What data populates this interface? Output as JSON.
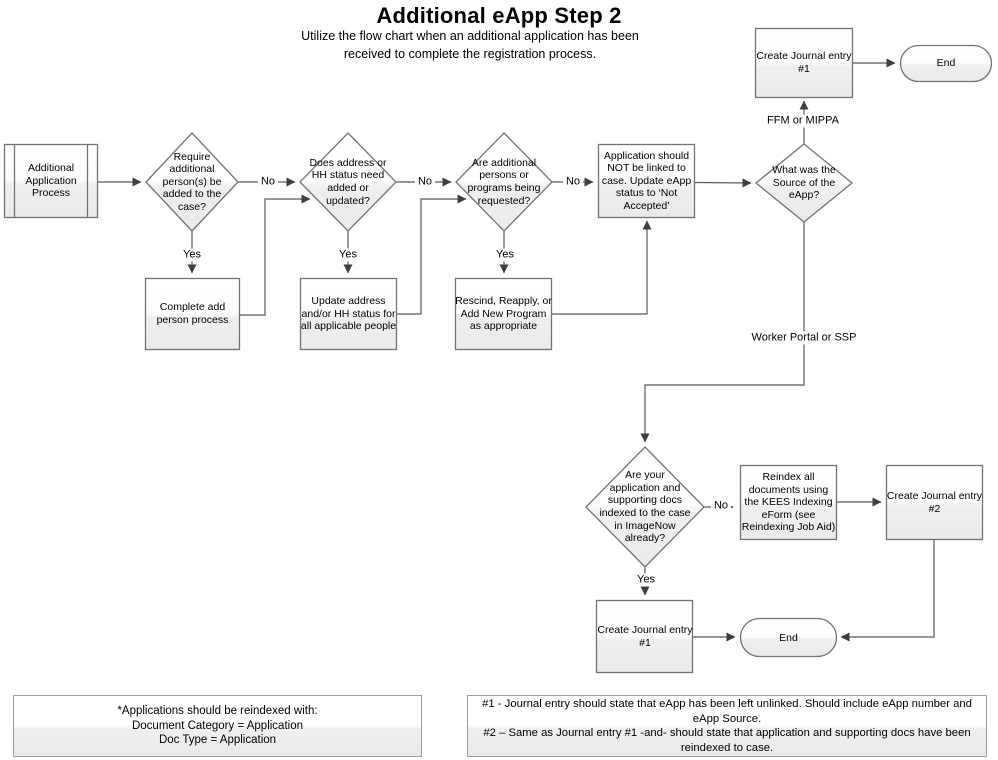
{
  "title": "Additional eApp Step 2",
  "subtitle": "Utilize the flow chart when an additional application has been\nreceived to complete the registration process.",
  "nodes": {
    "start": "Additional\nApplication\nProcess",
    "require_persons": "Require\nadditional\nperson(s) be\nadded to the\ncase?",
    "complete_add_person": "Complete add\nperson process",
    "address_hh": "Does address or\nHH status need\nadded or\nupdated?",
    "update_address": "Update address\nand/or HH status for\nall applicable people",
    "persons_programs": "Are additional\npersons or\nprograms being\nrequested?",
    "rescind": "Rescind, Reapply, or\nAdd New Program\nas appropriate",
    "not_linked": "Application should\nNOT be linked to\ncase. Update eApp\nstatus to ‘Not\nAccepted’",
    "source": "What was the\nSource of the\neApp?",
    "journal1_top": "Create Journal entry\n#1",
    "end_top": "End",
    "docs_indexed": "Are your\napplication and\nsupporting docs\nindexed to the case\nin ImageNow\nalready?",
    "reindex": "Reindex all\ndocuments using\nthe KEES Indexing\neForm (see\nReindexing Job Aid)",
    "journal2": "Create Journal entry\n#2",
    "journal1_bottom": "Create Journal entry\n#1",
    "end_bottom": "End"
  },
  "edge_labels": {
    "no1": "No",
    "yes1": "Yes",
    "no2": "No",
    "yes2": "Yes",
    "no3": "No",
    "yes3": "Yes",
    "ffm": "FFM or MIPPA",
    "worker": "Worker Portal or SSP",
    "no4": "No",
    "yes4": "Yes"
  },
  "notes": {
    "left": {
      "lines": [
        "*Applications should be reindexed with:",
        "Document Category = Application",
        "Doc Type = Application"
      ]
    },
    "right": {
      "lines": [
        "#1 - Journal entry should state that eApp has been left unlinked. Should include eApp number and eApp Source.",
        "#2 – Same as Journal entry #1 -and- should state that application and supporting docs have been reindexed to case."
      ]
    }
  },
  "colors": {
    "shape_border": "#737373",
    "connector": "#595959",
    "arrowhead": "#3f3f3f",
    "fill_top": "#ffffff",
    "fill_bottom": "#ececec"
  }
}
